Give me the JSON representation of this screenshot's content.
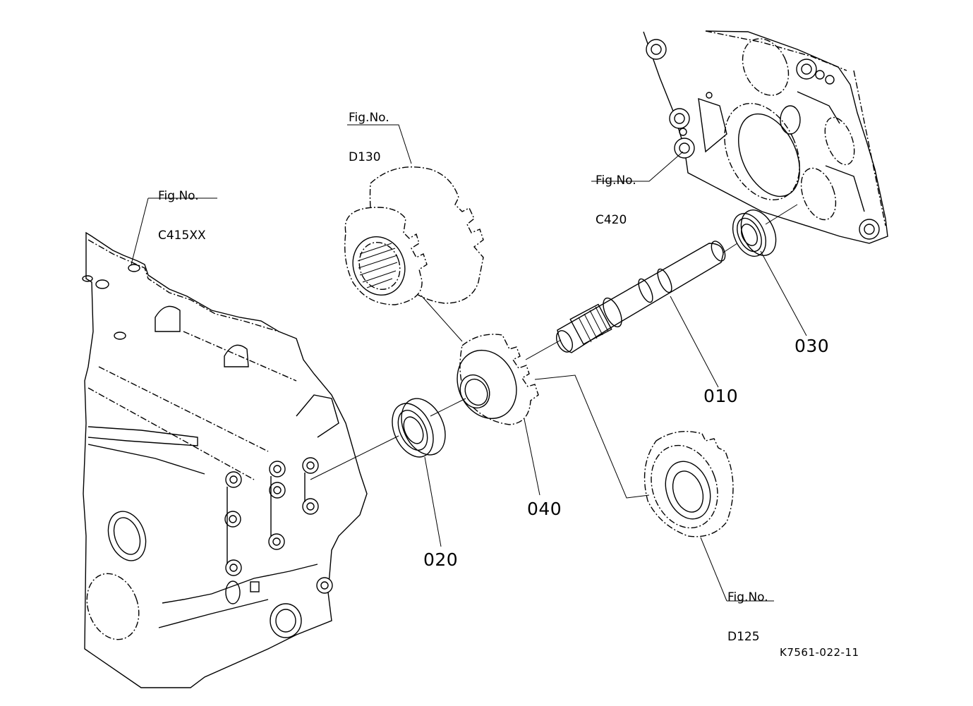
{
  "diagram": {
    "type": "exploded parts diagram",
    "drawing_code": "K7561-022-11",
    "figure_references": [
      {
        "id": "fig-d130",
        "label": "Fig.No.",
        "number": "D130"
      },
      {
        "id": "fig-c415xx",
        "label": "Fig.No.",
        "number": "C415XX"
      },
      {
        "id": "fig-c420",
        "label": "Fig.No.",
        "number": "C420"
      },
      {
        "id": "fig-d125",
        "label": "Fig.No.",
        "number": "D125"
      }
    ],
    "parts": [
      {
        "number": "010",
        "depicts": "shaft"
      },
      {
        "number": "020",
        "depicts": "ball-bearing"
      },
      {
        "number": "030",
        "depicts": "ball-bearing"
      },
      {
        "number": "040",
        "depicts": "gear"
      }
    ],
    "colors": {
      "line": "#000000",
      "background": "#ffffff"
    }
  }
}
